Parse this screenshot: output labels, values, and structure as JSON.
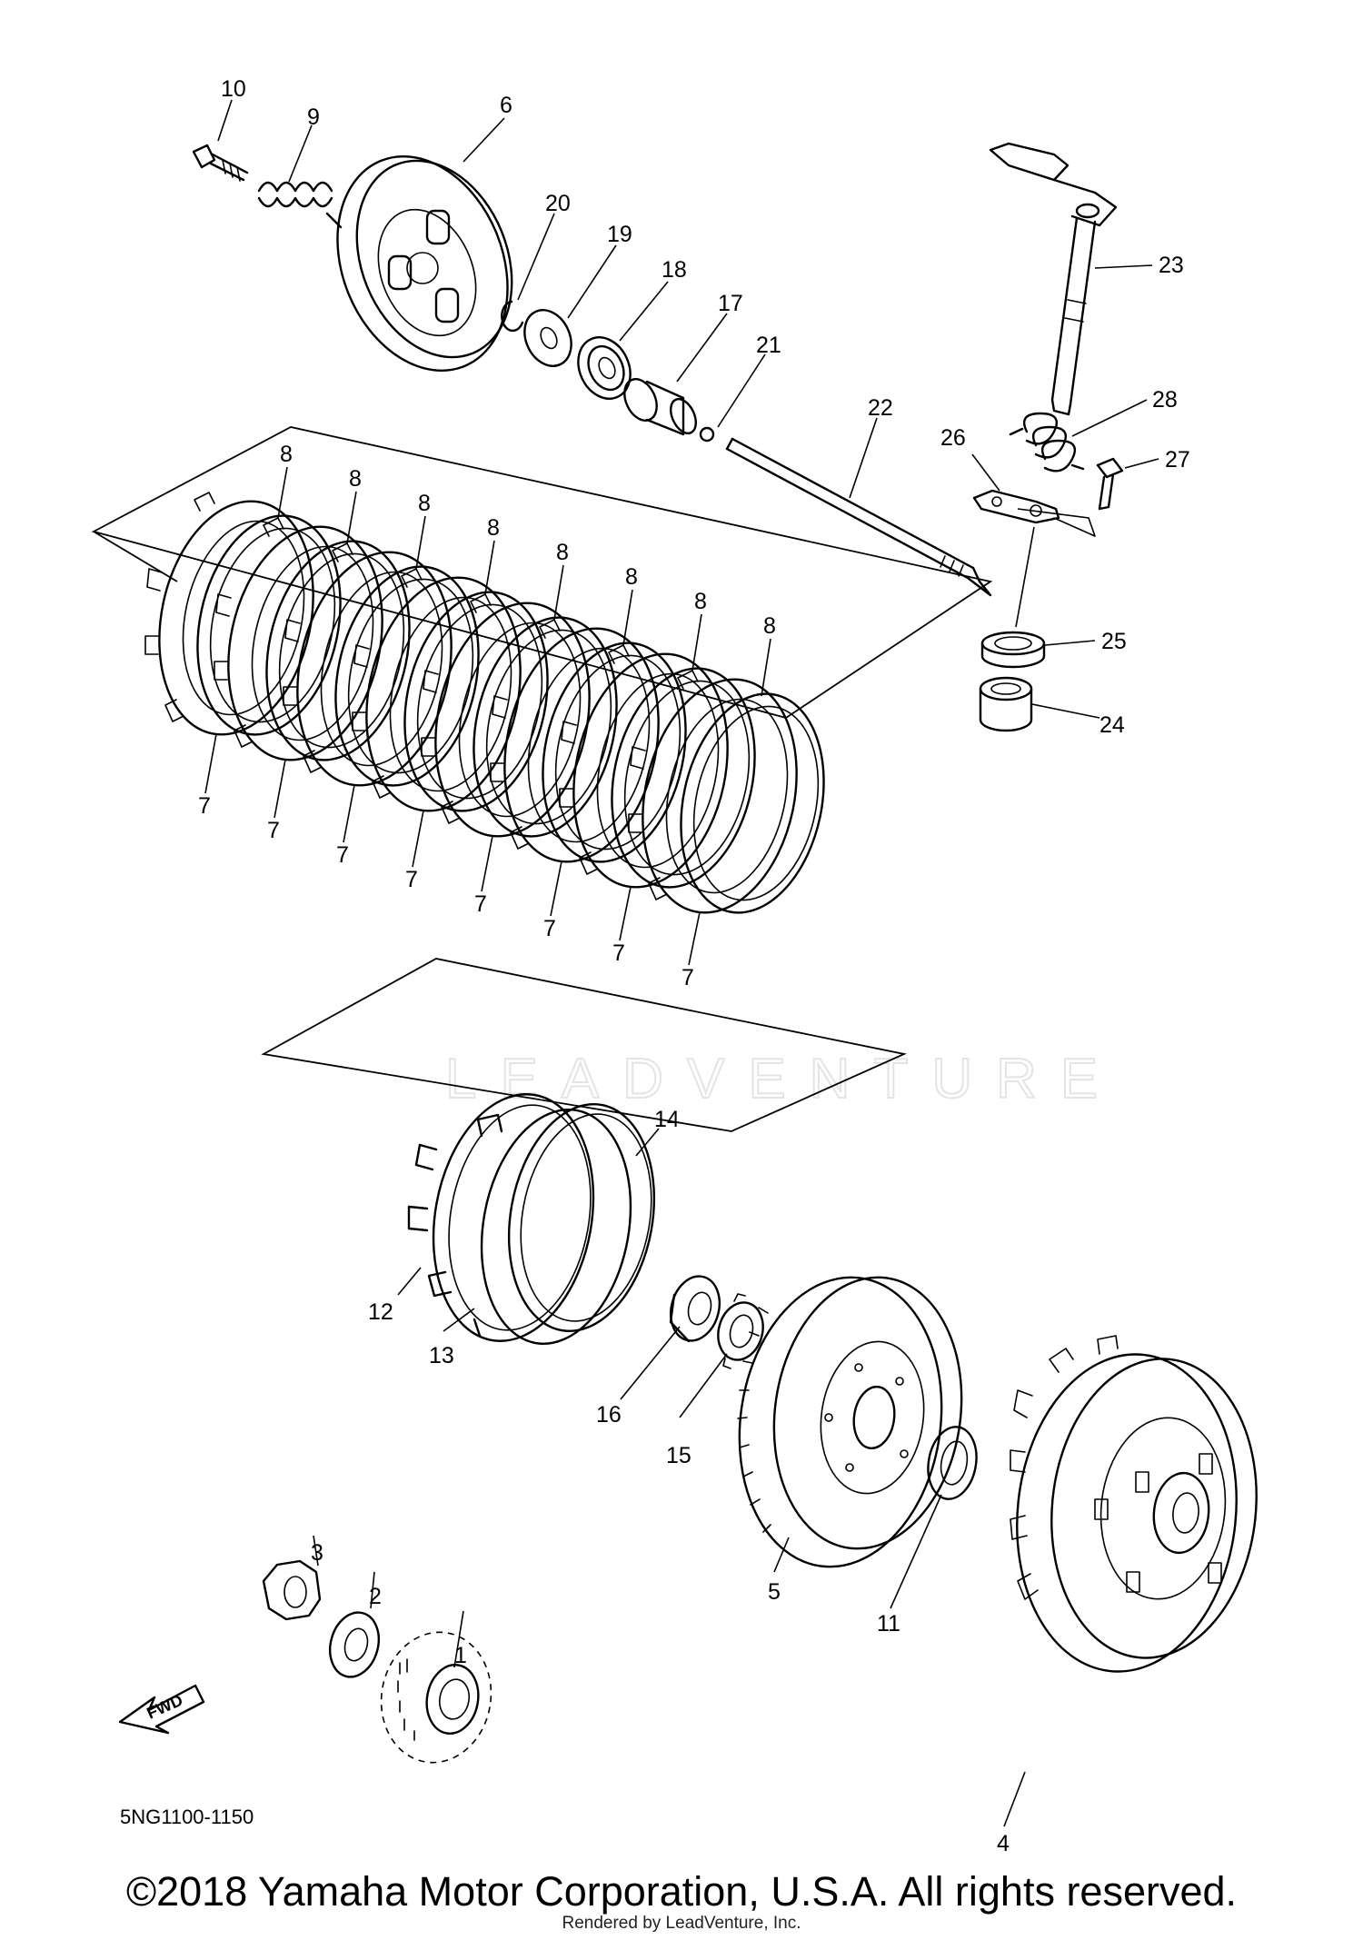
{
  "diagram": {
    "part_numbers": [
      "1",
      "2",
      "3",
      "4",
      "5",
      "6",
      "7",
      "8",
      "9",
      "10",
      "11",
      "12",
      "13",
      "14",
      "15",
      "16",
      "17",
      "18",
      "19",
      "20",
      "21",
      "22",
      "23",
      "24",
      "25",
      "26",
      "27",
      "28"
    ],
    "diagram_code": "5NG1100-1150",
    "fwd_label": "FWD",
    "watermark": "LEADVENTURE"
  },
  "footer": {
    "copyright": "©2018 Yamaha Motor Corporation, U.S.A. All rights reserved.",
    "rendered_by": "Rendered by LeadVenture, Inc."
  }
}
